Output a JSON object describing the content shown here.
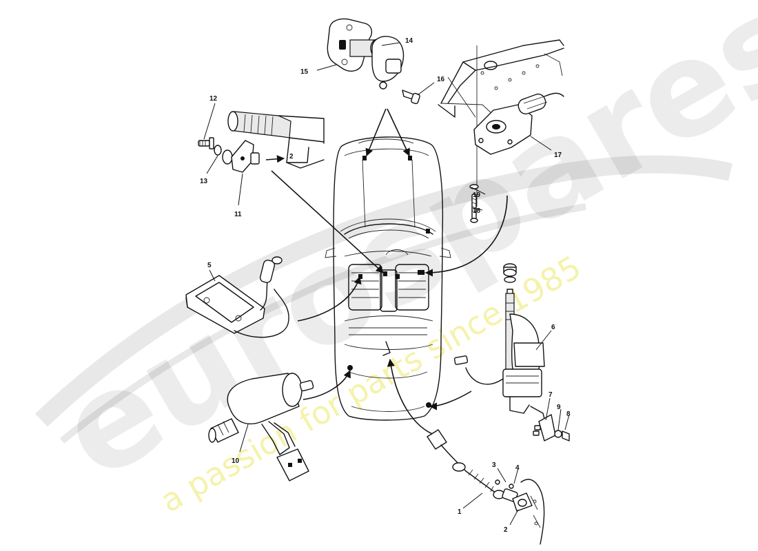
{
  "callouts": [
    "1",
    "2",
    "3",
    "4",
    "5",
    "6",
    "7",
    "8",
    "9",
    "10",
    "11",
    "12",
    "13",
    "14",
    "15",
    "16",
    "17",
    "18",
    "19"
  ],
  "watermark": {
    "brand": "eurospares",
    "tagline": "a passion for parts since 1985"
  }
}
